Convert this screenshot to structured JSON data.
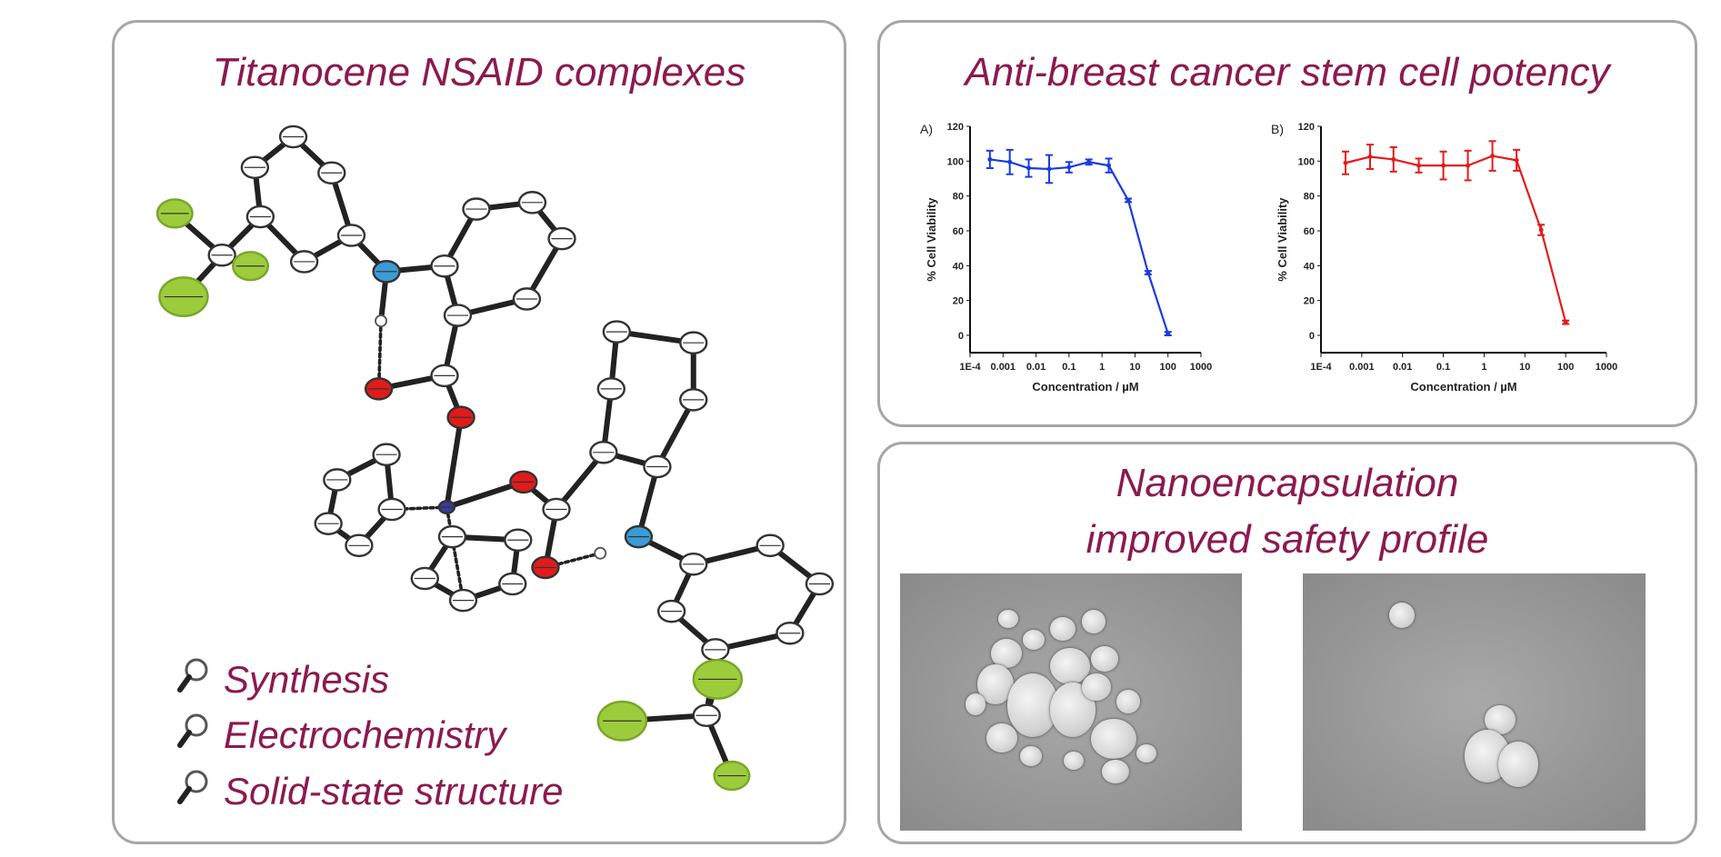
{
  "left_panel": {
    "title": "Titanocene NSAID complexes",
    "bullets": [
      {
        "icon": "magnifier-icon",
        "label": "Synthesis"
      },
      {
        "icon": "magnifier-icon",
        "label": "Electrochemistry"
      },
      {
        "icon": "magnifier-icon",
        "label": "Solid-state structure"
      }
    ],
    "atom_colors": {
      "carbon": "#ffffff",
      "nitrogen": "#3b9bd6",
      "oxygen": "#e01b1b",
      "titanium": "#3a3aa0",
      "fluorine": "#9ccc3c"
    }
  },
  "top_right_panel": {
    "title": "Anti-breast cancer stem cell potency"
  },
  "bottom_right_panel": {
    "title_line1": "Nanoencapsulation",
    "title_line2": "improved safety profile"
  },
  "chart_data": [
    {
      "type": "line",
      "panel_label": "A)",
      "color": "#1a3be0",
      "xlabel": "Concentration / µM",
      "ylabel": "% Cell Viability",
      "xscale": "log",
      "xlim": [
        0.0001,
        1000
      ],
      "ylim": [
        -10,
        120
      ],
      "xticks": [
        "1E-4",
        "0.001",
        "0.01",
        "0.1",
        "1",
        "10",
        "100",
        "1000"
      ],
      "yticks": [
        0,
        20,
        40,
        60,
        80,
        100,
        120
      ],
      "x": [
        0.0004,
        0.0016,
        0.006,
        0.025,
        0.1,
        0.4,
        1.6,
        6.25,
        25,
        100
      ],
      "y": [
        101,
        99.5,
        96,
        95.5,
        96.5,
        99.5,
        97.5,
        77.5,
        36,
        1
      ],
      "err": [
        5,
        7,
        5,
        8,
        3,
        1.5,
        4,
        1,
        1,
        1
      ]
    },
    {
      "type": "line",
      "panel_label": "B)",
      "color": "#e51b1b",
      "xlabel": "Concentration / µM",
      "ylabel": "% Cell Viability",
      "xscale": "log",
      "xlim": [
        0.0001,
        1000
      ],
      "ylim": [
        -10,
        120
      ],
      "xticks": [
        "1E-4",
        "0.001",
        "0.01",
        "0.1",
        "1",
        "10",
        "100",
        "1000"
      ],
      "yticks": [
        0,
        20,
        40,
        60,
        80,
        100,
        120
      ],
      "x": [
        0.0004,
        0.0016,
        0.006,
        0.025,
        0.1,
        0.4,
        1.6,
        6.25,
        25,
        100
      ],
      "y": [
        99,
        102.5,
        101,
        97.5,
        97.5,
        97.5,
        103,
        100.5,
        60.5,
        7.5
      ],
      "err": [
        6.5,
        7,
        7,
        4,
        8,
        8.5,
        8.5,
        6,
        3,
        1
      ]
    }
  ]
}
